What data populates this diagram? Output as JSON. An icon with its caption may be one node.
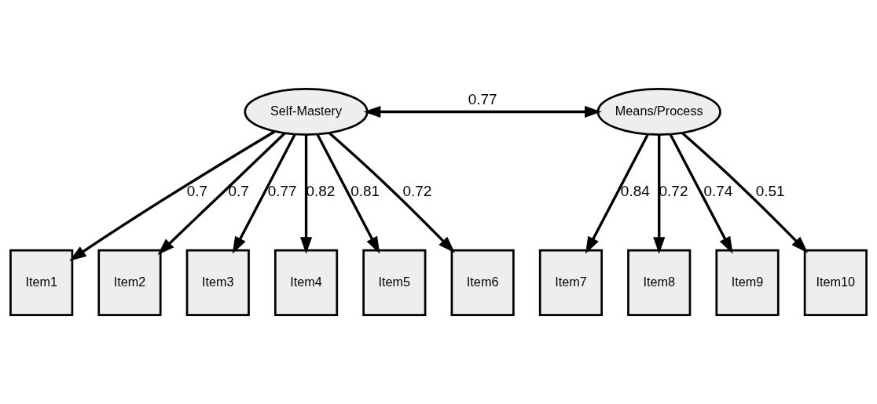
{
  "diagram": {
    "nodes": [
      {
        "text": [
          "Self-Mastery"
        ]
      },
      {
        "text": [
          "Means/Process"
        ]
      },
      {
        "text": [
          "Item1"
        ]
      },
      {
        "text": [
          "Item2"
        ]
      },
      {
        "text": [
          "Item3"
        ]
      },
      {
        "text": [
          "Item4"
        ]
      },
      {
        "text": [
          "Item5"
        ]
      },
      {
        "text": [
          "Item6"
        ]
      },
      {
        "text": [
          "Item7"
        ]
      },
      {
        "text": [
          "Item8"
        ]
      },
      {
        "text": [
          "Item9"
        ]
      },
      {
        "text": [
          "Item10"
        ]
      }
    ],
    "edges": [
      {
        "from": 0,
        "to": 1,
        "arrow": "both",
        "label": "0.77"
      },
      {
        "from": 0,
        "to": 2,
        "arrow": "to",
        "label": "0.7"
      },
      {
        "from": 0,
        "to": 3,
        "arrow": "to",
        "label": "0.7"
      },
      {
        "from": 0,
        "to": 4,
        "arrow": "to",
        "label": "0.77"
      },
      {
        "from": 0,
        "to": 5,
        "arrow": "to",
        "label": "0.82"
      },
      {
        "from": 0,
        "to": 6,
        "arrow": "to",
        "label": "0.81"
      },
      {
        "from": 0,
        "to": 7,
        "arrow": "to",
        "label": "0.72"
      },
      {
        "from": 1,
        "to": 8,
        "arrow": "to",
        "label": "0.84"
      },
      {
        "from": 1,
        "to": 9,
        "arrow": "to",
        "label": "0.72"
      },
      {
        "from": 1,
        "to": 10,
        "arrow": "to",
        "label": "0.74"
      },
      {
        "from": 1,
        "to": 11,
        "arrow": "to",
        "label": "0.51"
      }
    ]
  }
}
